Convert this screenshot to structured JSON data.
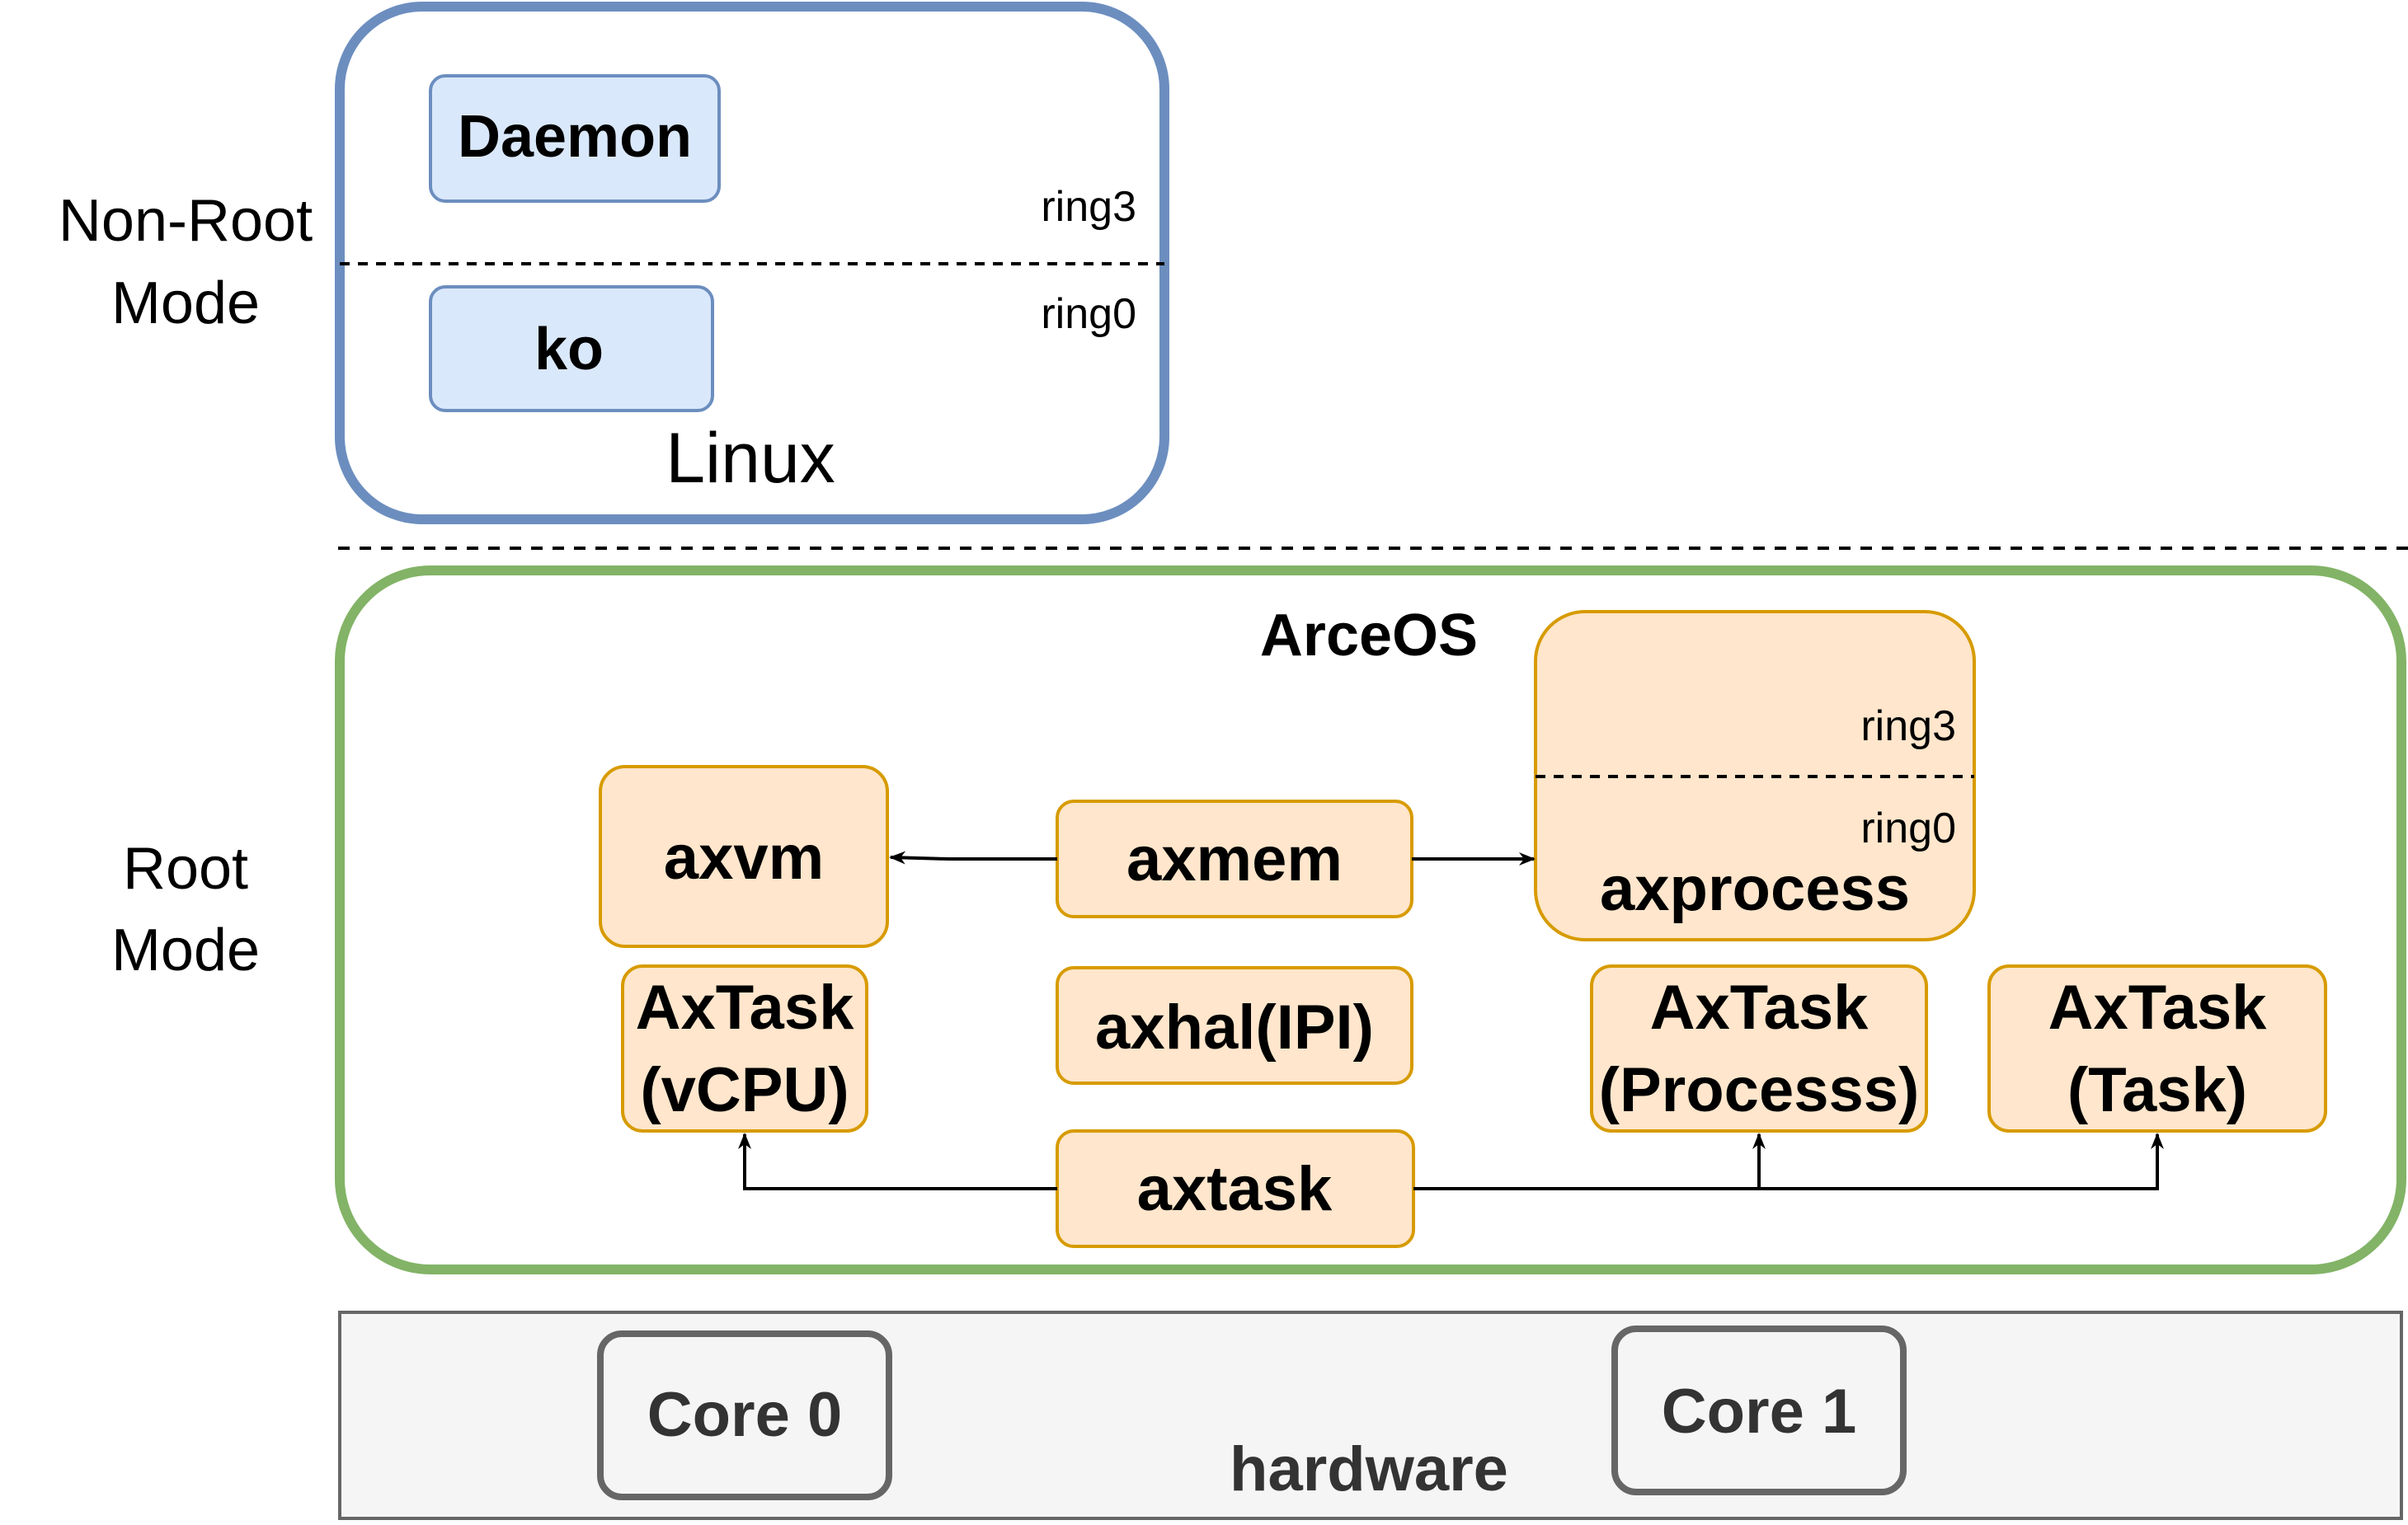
{
  "mode_labels": {
    "non_root_line1": "Non-Root",
    "non_root_line2": "Mode",
    "root_line1": "Root",
    "root_line2": "Mode"
  },
  "linux": {
    "title": "Linux",
    "daemon": "Daemon",
    "ko": "ko",
    "ring3": "ring3",
    "ring0": "ring0"
  },
  "arceos": {
    "title": "ArceOS",
    "axvm": "axvm",
    "axmem": "axmem",
    "axprocess": "axprocess",
    "ring3": "ring3",
    "ring0": "ring0",
    "axtask_vcpu_line1": "AxTask",
    "axtask_vcpu_line2": "(vCPU)",
    "axhal": "axhal(IPI)",
    "axtask_process_line1": "AxTask",
    "axtask_process_line2": "(Processs)",
    "axtask_task_line1": "AxTask",
    "axtask_task_line2": "(Task)",
    "axtask": "axtask"
  },
  "hardware": {
    "label": "hardware",
    "core0": "Core 0",
    "core1": "Core 1"
  },
  "colors": {
    "linux_border": "#6c8ebf",
    "linux_box_fill": "#dae8fc",
    "arceos_border": "#82b366",
    "module_fill": "#ffe6cc",
    "module_border": "#d79b00",
    "hardware_fill": "#f5f5f5",
    "hardware_border": "#666666"
  }
}
